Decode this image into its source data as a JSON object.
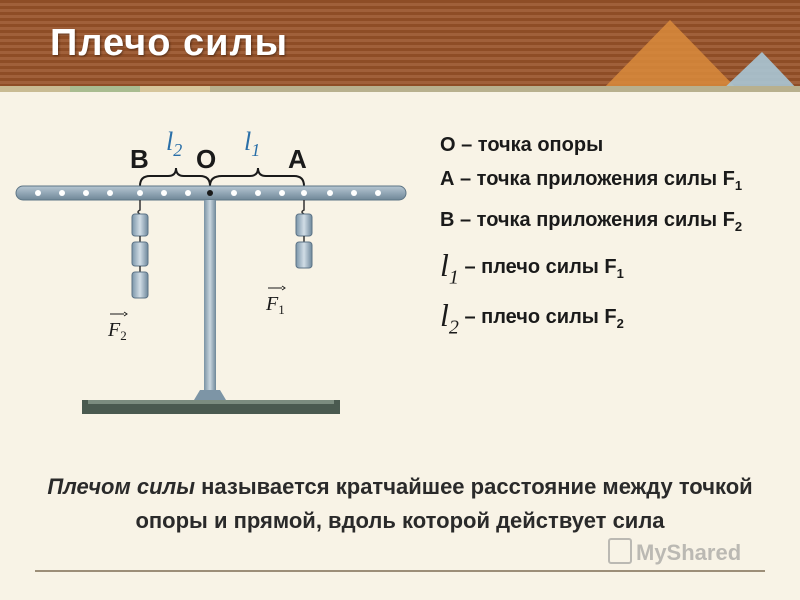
{
  "header": {
    "title": "Плечо силы"
  },
  "diagram": {
    "label_B": "B",
    "label_O": "O",
    "label_A": "A",
    "label_l2": "l",
    "label_l2_sub": "2",
    "label_l1": "l",
    "label_l1_sub": "1",
    "force_F2": "F",
    "force_F2_sub": "2",
    "force_F1": "F",
    "force_F1_sub": "1"
  },
  "legend": {
    "o_text": "О – точка опоры",
    "a_text": "А – точка приложения силы F",
    "a_sub": "1",
    "b_text": "В – точка приложения силы F",
    "b_sub": "2",
    "l1_symbol": "l",
    "l1_symbol_sub": "1",
    "l1_text": " – плечо силы F",
    "l1_sub": "1",
    "l2_symbol": "l",
    "l2_symbol_sub": "2",
    "l2_text": " – плечо силы F",
    "l2_sub": "2"
  },
  "definition": {
    "term": "Плечом силы",
    "rest": " называется кратчайшее расстояние между точкой опоры и прямой, вдоль которой действует сила"
  },
  "watermark": {
    "text": "MyShared"
  },
  "colors": {
    "header": "#8e4d26",
    "background": "#f8f3e6",
    "rod": "#8aa2b4",
    "accent_blue": "#2a6fa8"
  }
}
